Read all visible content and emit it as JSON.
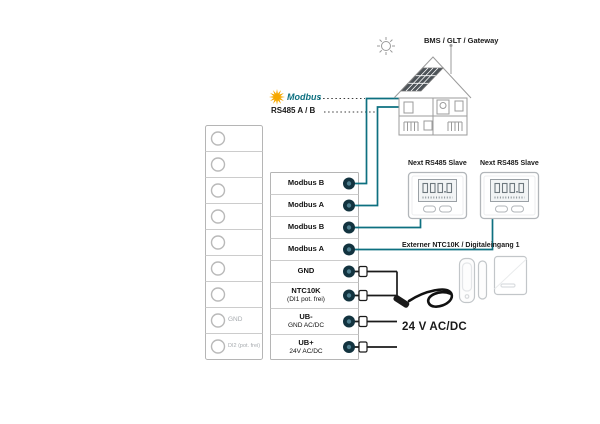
{
  "colors": {
    "modbus_wire": "#0d7080",
    "power_wire": "#1a1a1a",
    "terminal_pin": "#12333f",
    "modbus_star_yellow": "#f6a800",
    "outline_gray": "#b5b5b5"
  },
  "top_right": {
    "bms_label": "BMS / GLT / Gateway"
  },
  "modbus_bus": {
    "logo_text": "Modbus",
    "bus_label": "RS485 A / B"
  },
  "terminal_block": {
    "left_rows": [
      {
        "label": ""
      },
      {
        "label": ""
      },
      {
        "label": ""
      },
      {
        "label": ""
      },
      {
        "label": ""
      },
      {
        "label": ""
      },
      {
        "label": ""
      },
      {
        "label": "GND"
      },
      {
        "label": "DI2 (pot. frei)"
      }
    ],
    "right_rows": [
      {
        "label": "Modbus B",
        "sub": ""
      },
      {
        "label": "Modbus A",
        "sub": ""
      },
      {
        "label": "Modbus B",
        "sub": ""
      },
      {
        "label": "Modbus A",
        "sub": ""
      },
      {
        "label": "GND",
        "sub": ""
      },
      {
        "label": "NTC10K",
        "sub": "(DI1 pot. frei)"
      },
      {
        "label": "UB-",
        "sub": "GND AC/DC"
      },
      {
        "label": "UB+",
        "sub": "24V AC/DC"
      }
    ]
  },
  "devices": {
    "slave_1_label": "Next RS485 Slave",
    "slave_2_label": "Next RS485 Slave",
    "external_input_label": "Externer NTC10K / Digitaleingang 1",
    "power_label": "24 V AC/DC"
  }
}
